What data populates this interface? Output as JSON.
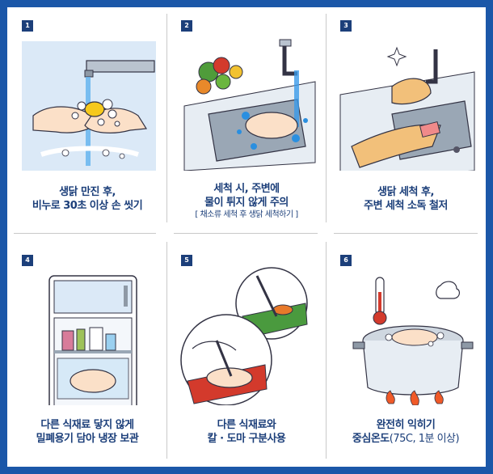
{
  "colors": {
    "border": "#1b57a8",
    "caption": "#1c3f7a",
    "badge": "#1c3f7a",
    "water": "#2a8fe0"
  },
  "steps": [
    {
      "number": "1",
      "line1": "생닭 만진 후,",
      "line2": "비누로 30초 이상 손 씻기"
    },
    {
      "number": "2",
      "line1": "세척 시, 주변에",
      "line2": "물이 튀지 않게 주의",
      "note": "[ 채소류 세척 후 생닭 세척하기 ]"
    },
    {
      "number": "3",
      "line1": "생닭 세척 후,",
      "line2": "주변 세척 소독 철저"
    },
    {
      "number": "4",
      "line1": "다른 식재료 닿지 않게",
      "line2": "밀폐용기 담아 냉장 보관"
    },
    {
      "number": "5",
      "line1": "다른 식재료와",
      "line2": "칼 · 도마 구분사용"
    },
    {
      "number": "6",
      "line1": "완전히 익히기",
      "line2_bold": "중심온도",
      "line2_rest": "(75C, 1분 이상)"
    }
  ]
}
